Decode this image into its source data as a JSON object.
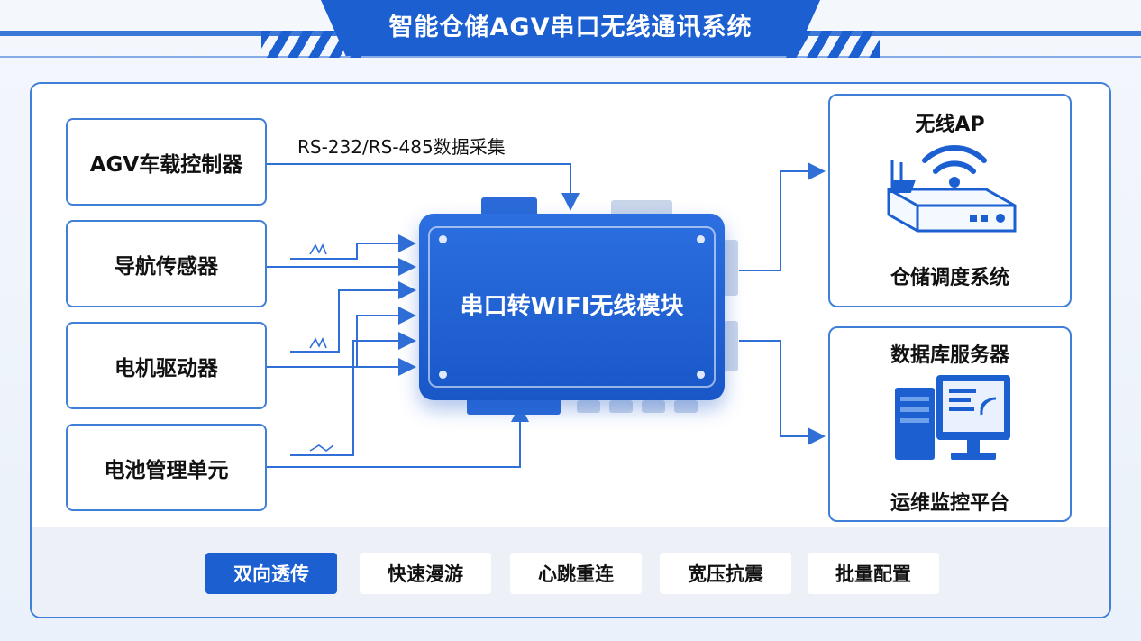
{
  "header": {
    "title": "智能仓储AGV串口无线通讯系统"
  },
  "inputs": [
    {
      "label": "AGV车载控制器"
    },
    {
      "label": "导航传感器"
    },
    {
      "label": "电机驱动器"
    },
    {
      "label": "电池管理单元"
    }
  ],
  "bus_caption": "RS-232/RS-485数据采集",
  "module": {
    "label": "串口转WIFI无线模块"
  },
  "outputs": {
    "ap": {
      "title": "无线AP",
      "subtitle": "仓储调度系统"
    },
    "server": {
      "title": "数据库服务器",
      "subtitle": "运维监控平台"
    }
  },
  "features": [
    {
      "label": "双向透传",
      "active": true
    },
    {
      "label": "快速漫游",
      "active": false
    },
    {
      "label": "心跳重连",
      "active": false
    },
    {
      "label": "宽压抗震",
      "active": false
    },
    {
      "label": "批量配置",
      "active": false
    }
  ],
  "colors": {
    "accent": "#1b5fd0",
    "line": "#2f6fd6",
    "frame": "#3f7fd8"
  },
  "icons": [
    "wifi-router-icon",
    "server-computer-icon",
    "signal-wave-icon"
  ]
}
